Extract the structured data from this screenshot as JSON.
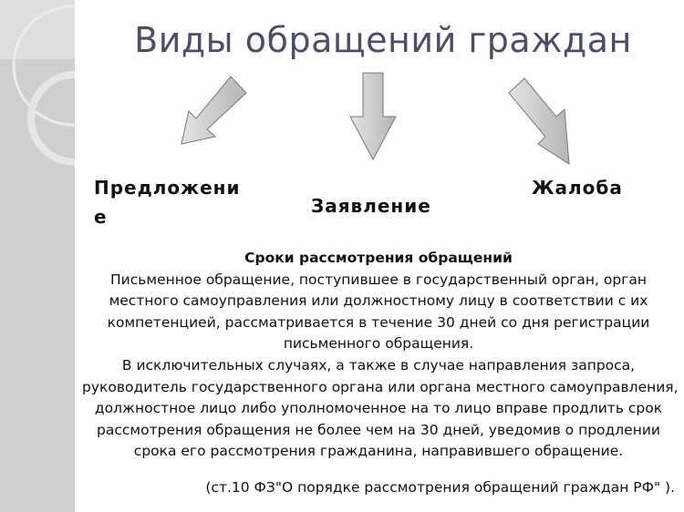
{
  "slide": {
    "title": "Виды обращений граждан",
    "types": {
      "left_line1": "Предложени",
      "left_line2": "е",
      "center": "Заявление",
      "right": "Жалоба"
    },
    "body": {
      "heading": "Сроки рассмотрения обращений",
      "lines": [
        "Письменное обращение, поступившее в государственный орган, орган",
        "местного самоуправления или должностному лицу в соответствии с их",
        "компетенцией, рассматривается в течение 30 дней со дня регистрации",
        "письменного обращения.",
        "В исключительных случаях, а также в случае направления запроса,",
        "руководитель государственного органа или органа местного самоуправления,",
        "должностное лицо либо уполномоченное на то лицо вправе продлить срок",
        "рассмотрения обращения не более чем на 30 дней, уведомив о продлении",
        "срока его рассмотрения гражданина, направившего обращение."
      ],
      "citation": "(ст.10 ФЗ\"О порядке рассмотрения обращений граждан РФ\" )."
    },
    "colors": {
      "title": "#4b4f66",
      "sidebar": "#cfcfcf",
      "arrow": "#c4c4c4"
    }
  }
}
